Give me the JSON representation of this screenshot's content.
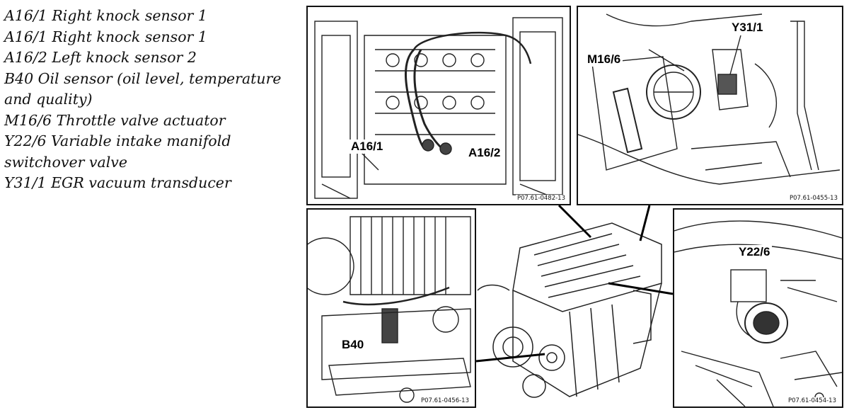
{
  "legend": [
    "A16/1 Right knock sensor 1",
    "A16/1 Right knock sensor 1",
    "A16/2 Left knock sensor 2",
    "B40 Oil sensor (oil level, temperature",
    "and quality)",
    "M16/6 Throttle valve actuator",
    "Y22/6 Variable intake manifold",
    "switchover valve",
    "Y31/1 EGR vacuum transducer"
  ],
  "panels": {
    "top_left": {
      "label_a": "A16/1",
      "label_b": "A16/2",
      "ref": "P07.61-0482-13"
    },
    "top_right": {
      "label_a": "M16/6",
      "label_b": "Y31/1",
      "ref": "P07.61-0455-13"
    },
    "bottom_left": {
      "label_a": "B40",
      "ref": "P07.61-0456-13"
    },
    "bottom_right": {
      "label_a": "Y22/6",
      "ref": "P07.61-0454-13"
    }
  }
}
